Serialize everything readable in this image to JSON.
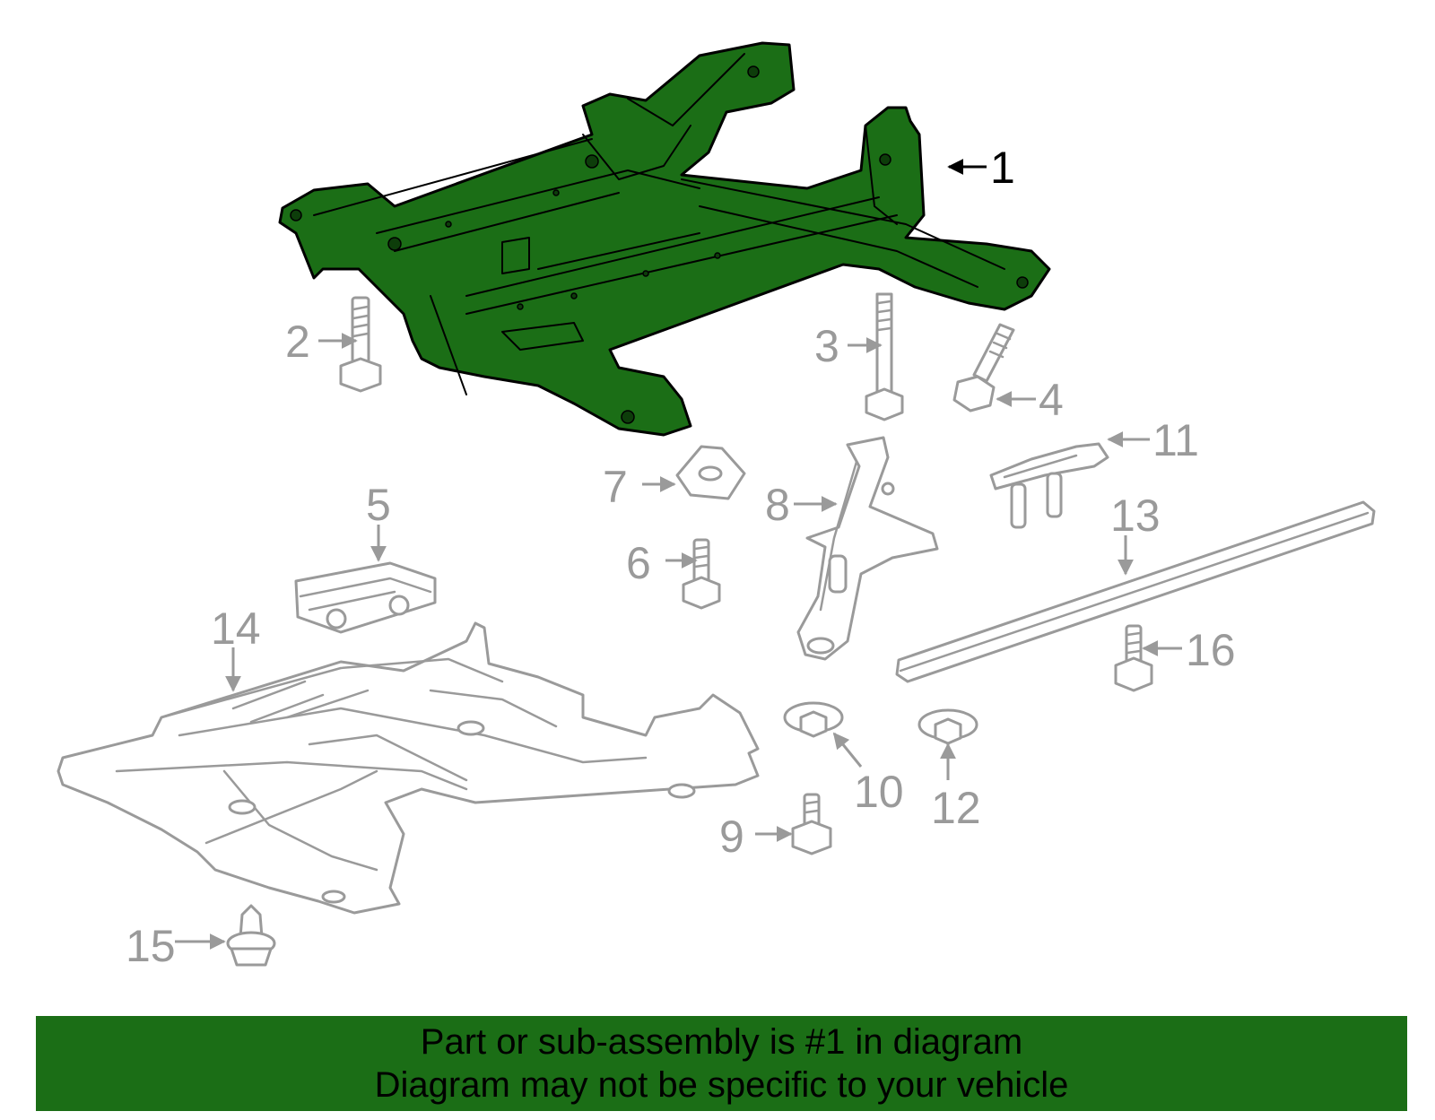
{
  "diagram": {
    "callouts": [
      "1",
      "2",
      "3",
      "4",
      "5",
      "6",
      "7",
      "8",
      "9",
      "10",
      "11",
      "12",
      "13",
      "14",
      "15",
      "16"
    ],
    "highlight_color": "#1b6e16",
    "part_color": "#9a9a9a"
  },
  "footer": {
    "line1": "Part or sub-assembly is #1 in diagram",
    "line2": "Diagram may not be specific to your vehicle"
  }
}
